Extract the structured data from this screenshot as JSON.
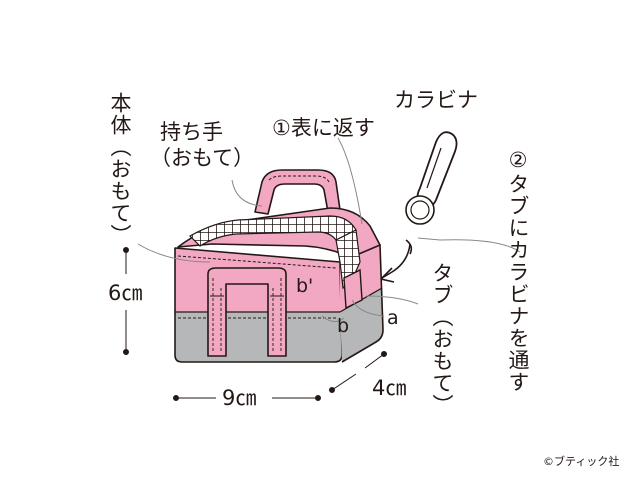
{
  "labels": {
    "body_face": "本体（おもて）",
    "handle_face_line1": "持ち手",
    "handle_face_line2": "（おもて）",
    "step1": "①表に返す",
    "carabiner": "カラビナ",
    "step2": "②タブにカラビナを通す",
    "tab_face": "タブ（おもて）",
    "point_b_prime": "b'",
    "point_b": "b",
    "point_a": "a"
  },
  "dimensions": {
    "height": "6㎝",
    "width": "9㎝",
    "depth": "4㎝"
  },
  "credit": "©ブティック社",
  "colors": {
    "pink": "#f2a7c3",
    "pink_dark": "#e98bb0",
    "gray": "#b6b7b9",
    "gray_dark": "#9c9d9f",
    "outline": "#231815"
  }
}
